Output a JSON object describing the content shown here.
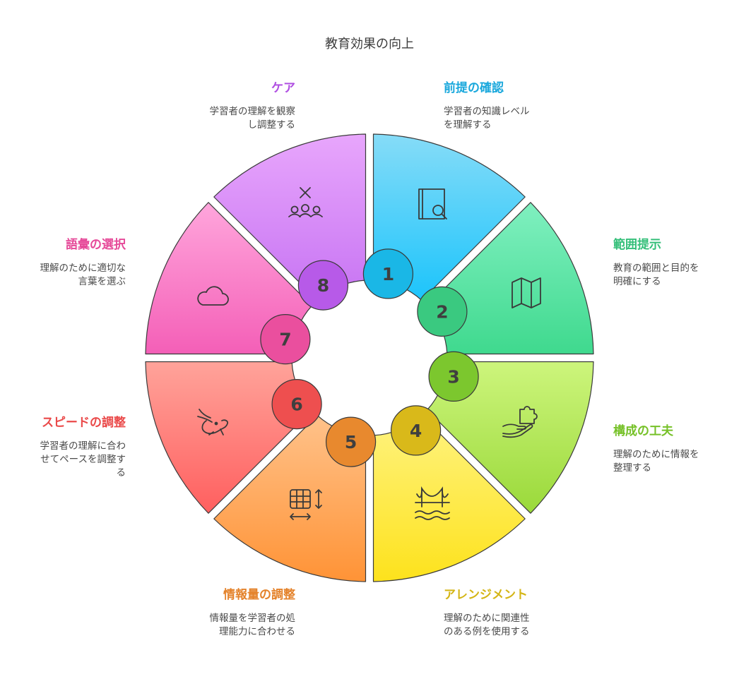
{
  "title": "教育効果の向上",
  "segments": [
    {
      "num": "1",
      "title": "前提の確認",
      "desc": [
        "学習者の知識レベル",
        "を理解する"
      ],
      "color": "#1ab7e6",
      "icon": "book-search-icon"
    },
    {
      "num": "2",
      "title": "範囲提示",
      "desc": [
        "教育の範囲と目的を",
        "明確にする"
      ],
      "color": "#3ac980",
      "icon": "map-icon"
    },
    {
      "num": "3",
      "title": "構成の工夫",
      "desc": [
        "理解のために情報を",
        "整理する"
      ],
      "color": "#7cc72e",
      "icon": "puzzle-hand-icon"
    },
    {
      "num": "4",
      "title": "アレンジメント",
      "desc": [
        "理解のために関連性",
        "のある例を使用する"
      ],
      "color": "#d9b91a",
      "icon": "bridge-icon"
    },
    {
      "num": "5",
      "title": "情報量の調整",
      "desc": [
        "情報量を学習者の処",
        "理能力に合わせる"
      ],
      "color": "#e8892e",
      "icon": "table-resize-icon"
    },
    {
      "num": "6",
      "title": "スピードの調整",
      "desc": [
        "学習者の理解に合わ",
        "せてペースを調整す",
        "る"
      ],
      "color": "#ee4f4f",
      "icon": "rabbit-icon"
    },
    {
      "num": "7",
      "title": "語彙の選択",
      "desc": [
        "理解のために適切な",
        "言葉を選ぶ"
      ],
      "color": "#ea4f9e",
      "icon": "cloud-icon"
    },
    {
      "num": "8",
      "title": "ケア",
      "desc": [
        "学習者の理解を観察",
        "し調整する"
      ],
      "color": "#b75ae8",
      "icon": "people-care-icon"
    }
  ]
}
